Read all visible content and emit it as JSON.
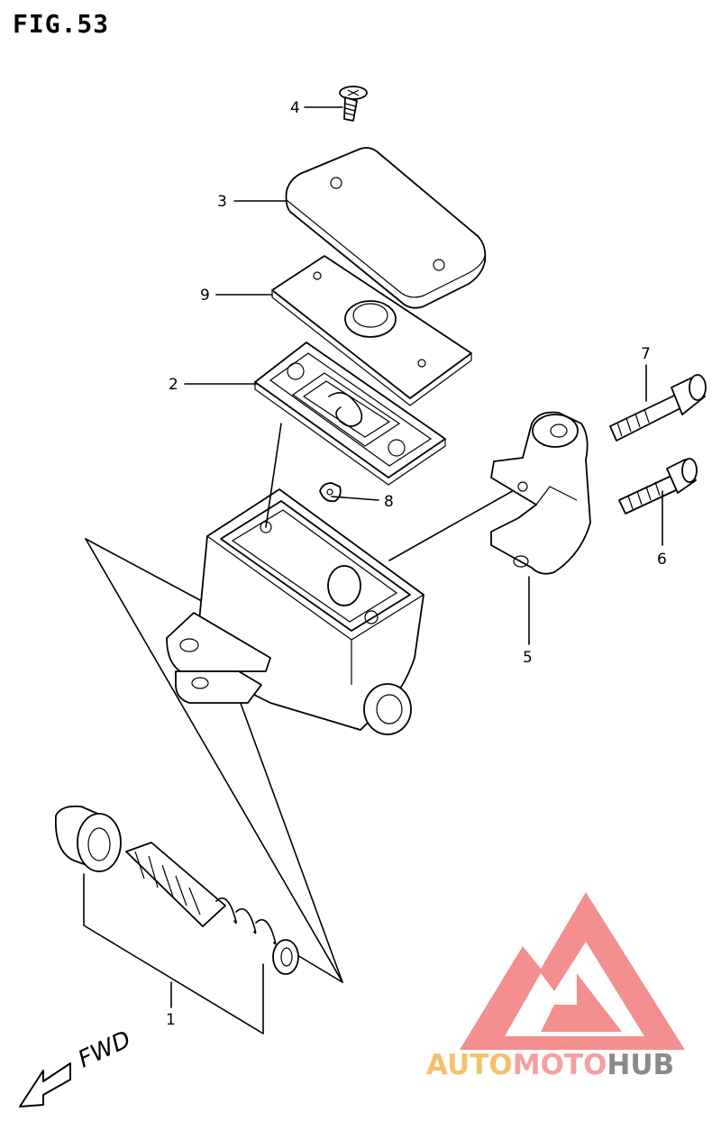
{
  "figure": {
    "title": "FIG.53"
  },
  "callouts": [
    {
      "id": "1",
      "label": "1"
    },
    {
      "id": "2",
      "label": "2"
    },
    {
      "id": "3",
      "label": "3"
    },
    {
      "id": "4",
      "label": "4"
    },
    {
      "id": "5",
      "label": "5"
    },
    {
      "id": "6",
      "label": "6"
    },
    {
      "id": "7",
      "label": "7"
    },
    {
      "id": "8",
      "label": "8"
    },
    {
      "id": "9",
      "label": "9"
    }
  ],
  "direction": {
    "label": "FWD"
  },
  "watermark": {
    "part1": "AUTO",
    "part2": "MOTO",
    "part3": "HUB",
    "colors": {
      "part1": "#f5c06a",
      "part2": "#f4a0a0",
      "part3": "#8a8a8a",
      "logo": "#f06a6a"
    }
  }
}
